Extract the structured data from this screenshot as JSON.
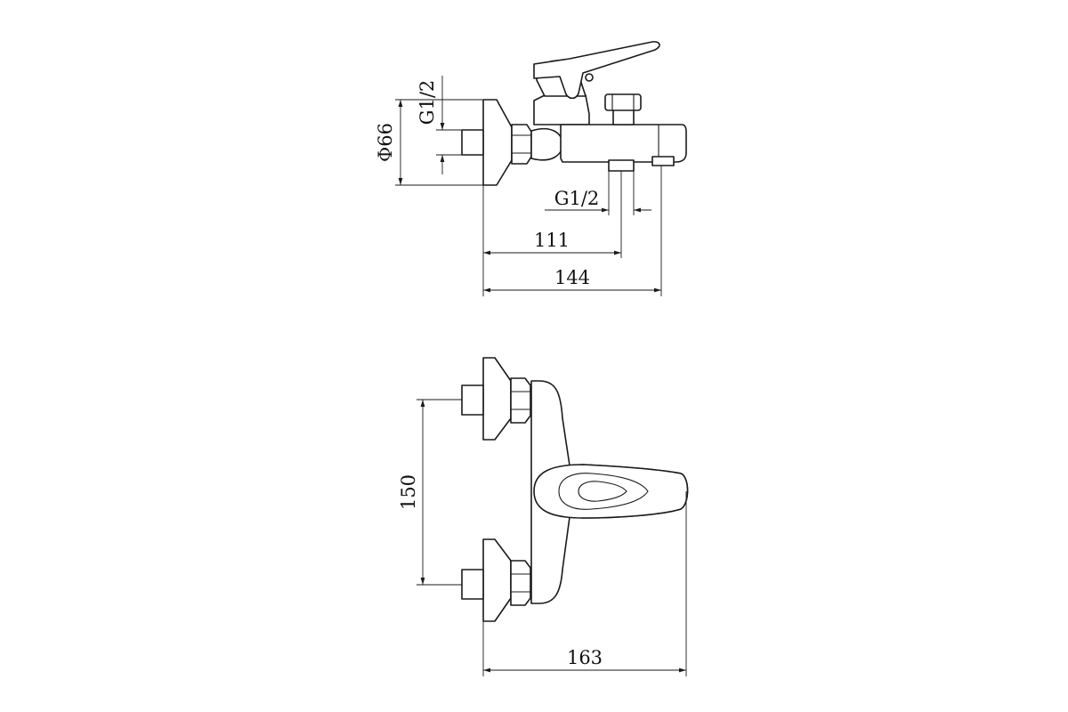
{
  "side_view": {
    "diameter_label": "Φ66",
    "thread_label_left": "G1/2",
    "thread_label_bottom": "G1/2",
    "dim_spout_outlet": "111",
    "dim_total_depth": "144"
  },
  "front_view": {
    "dim_center_spacing": "150",
    "dim_total_width": "163"
  }
}
